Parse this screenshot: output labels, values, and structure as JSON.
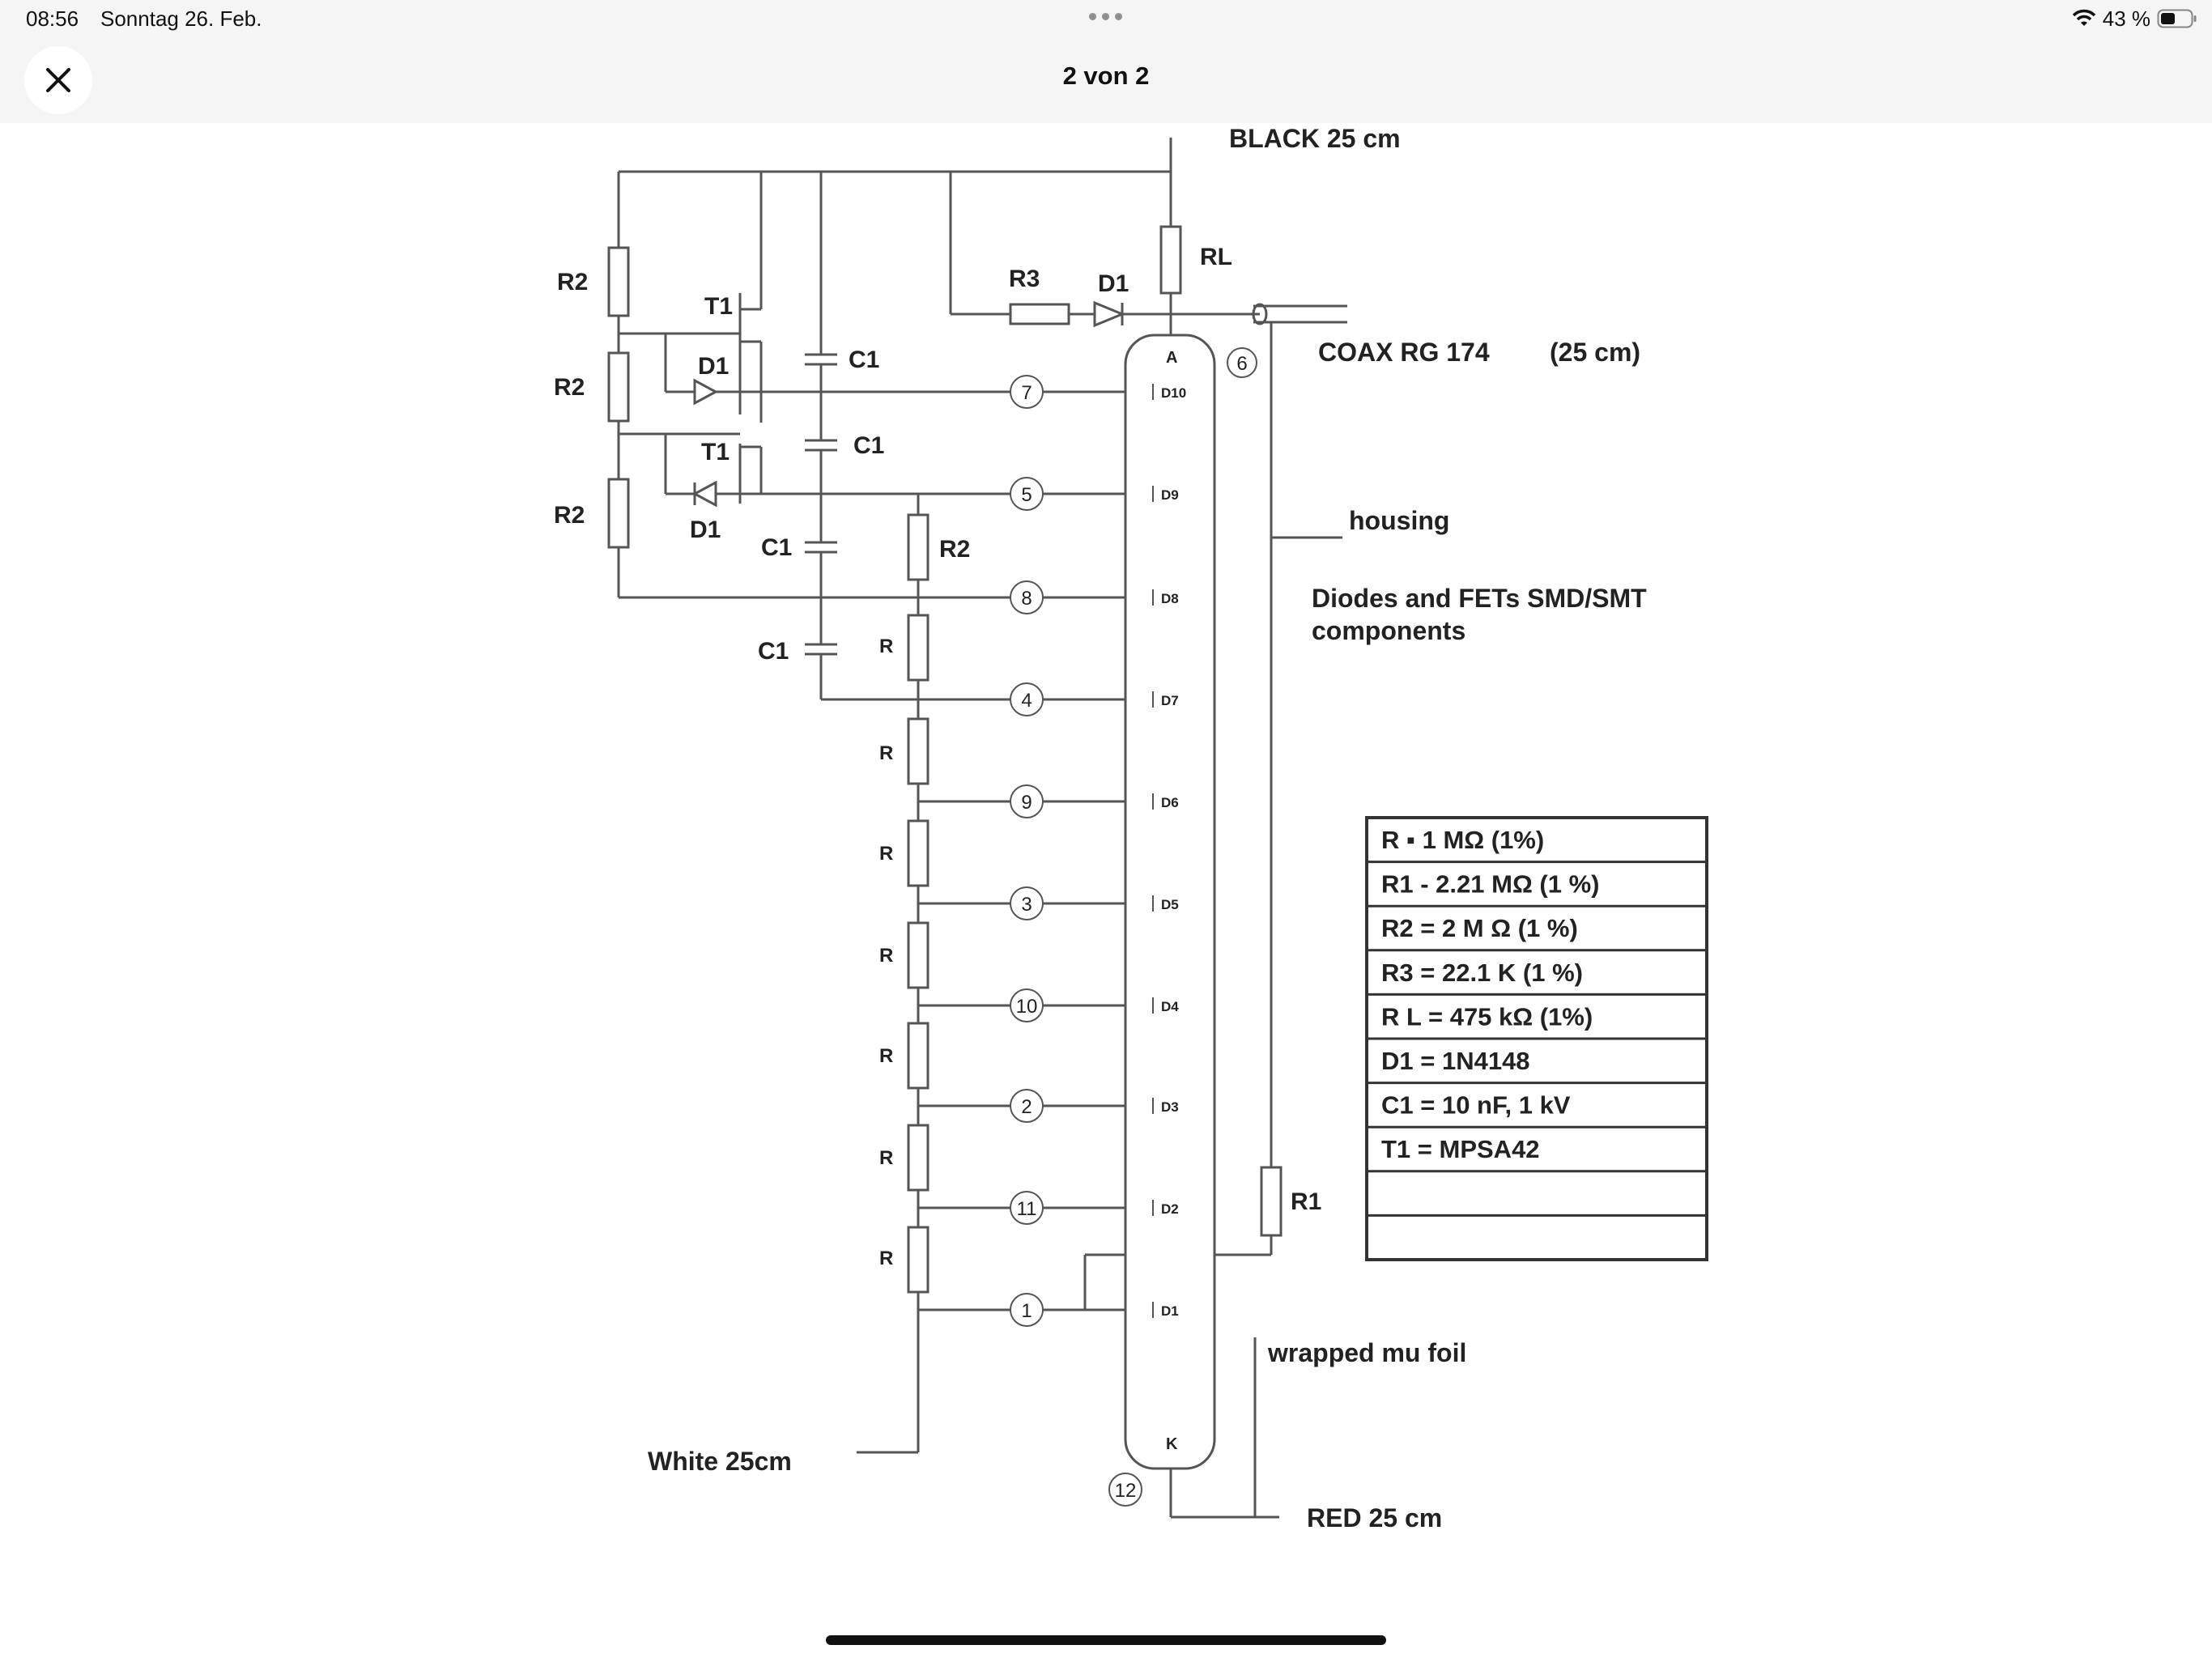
{
  "status": {
    "time": "08:56",
    "date": "Sonntag 26. Feb.",
    "battery": "43 %",
    "icons": [
      "wifi-icon",
      "battery-icon"
    ]
  },
  "nav": {
    "title": "2 von 2",
    "close_icon": "close-icon"
  },
  "schematic": {
    "labels": {
      "black": "BLACK 25 cm",
      "coax": "COAX RG 174",
      "coax_len": "(25 cm)",
      "housing": "housing",
      "diodes_line1": "Diodes and FETs SMD/SMT",
      "diodes_line2": "components",
      "wrapped": "wrapped mu foil",
      "red": "RED 25  cm",
      "white": "White  25cm"
    },
    "components": {
      "rl": "RL",
      "r3": "R3",
      "d1_top": "D1",
      "r2": "R2",
      "r2_mid": "R2",
      "t1": "T1",
      "d1": "D1",
      "c1": "C1",
      "r": "R",
      "r1": "R1",
      "anode": "A",
      "cathode": "K"
    },
    "pins": [
      {
        "num": "7",
        "dyn": "D10"
      },
      {
        "num": "5",
        "dyn": "D9"
      },
      {
        "num": "8",
        "dyn": "D8"
      },
      {
        "num": "4",
        "dyn": "D7"
      },
      {
        "num": "9",
        "dyn": "D6"
      },
      {
        "num": "3",
        "dyn": "D5"
      },
      {
        "num": "10",
        "dyn": "D4"
      },
      {
        "num": "2",
        "dyn": "D3"
      },
      {
        "num": "11",
        "dyn": "D2"
      },
      {
        "num": "1",
        "dyn": "D1"
      }
    ],
    "pin_anode": "6",
    "pin_cathode": "12",
    "table_rows": [
      "R   ▪    1 MΩ (1%)",
      "R1  - 2.21  MΩ  (1 %)",
      "R2 = 2 M Ω    (1 %)",
      "R3  = 22.1 K  (1 %)",
      "R L =  475  kΩ (1%)",
      "D1 = 1N4148",
      "C1   = 10 nF, 1 kV",
      "T1 = MPSA42",
      "",
      ""
    ]
  }
}
